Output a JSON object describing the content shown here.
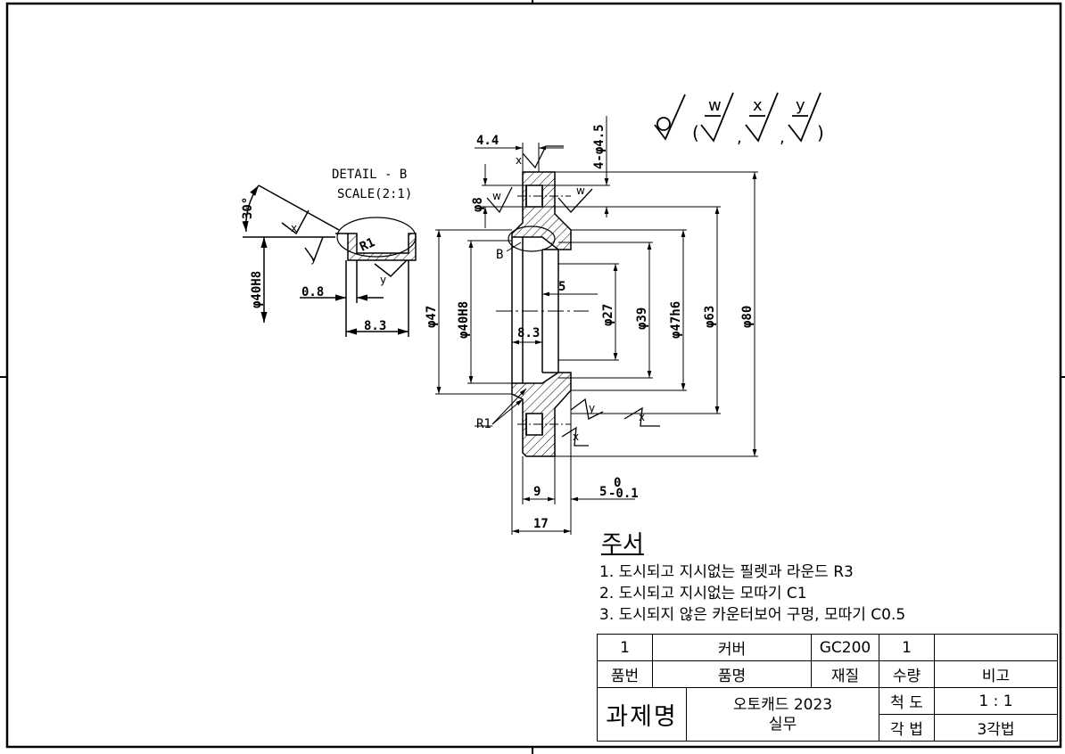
{
  "drawing": {
    "detail_title": "DETAIL - B",
    "detail_scale": "SCALE(2:1)",
    "detail_marker": "B",
    "dims": {
      "d_4_4": "4.4",
      "d_4_phi45": "4-φ4.5",
      "d_phi8": "φ8",
      "d_phi40h8_main": "φ40H8",
      "d_phi47": "φ47",
      "d_8_3_main": "8.3",
      "d_5": "5",
      "d_phi27": "φ27",
      "d_phi39": "φ39",
      "d_phi47h6": "φ47h6",
      "d_phi63": "φ63",
      "d_phi80": "φ80",
      "d_9": "9",
      "d_5_tol_base": "5",
      "d_5_tol_upper": "0",
      "d_5_tol_lower": "-0.1",
      "d_17": "17",
      "d_r1_main": "R1",
      "d_30deg": "30°",
      "d_phi40h8_detail": "φ40H8",
      "d_0_8": "0.8",
      "d_8_3_detail": "8.3",
      "d_r1_detail": "R1"
    },
    "surface_symbols": {
      "w": "w",
      "x": "x",
      "y": "y",
      "open_paren": "(",
      "close_paren": ")",
      "comma": ","
    }
  },
  "notes": {
    "title": "주서",
    "lines": [
      "1. 도시되고 지시없는 필렛과 라운드 R3",
      "2. 도시되고 지시없는 모따기 C1",
      "3. 도시되지 않은 카운터보어 구멍, 모따기 C0.5"
    ]
  },
  "title_block": {
    "part_no": "1",
    "part_name": "커버",
    "material": "GC200",
    "quantity": "1",
    "remarks": "",
    "h_part_no": "품번",
    "h_part_name": "품명",
    "h_material": "재질",
    "h_quantity": "수량",
    "h_remarks": "비고",
    "project_label": "과제명",
    "project_line1": "오토캐드 2023",
    "project_line2": "실무",
    "scale_label": "척 도",
    "scale_value": "1 : 1",
    "projection_label": "각 법",
    "projection_value": "3각법"
  }
}
